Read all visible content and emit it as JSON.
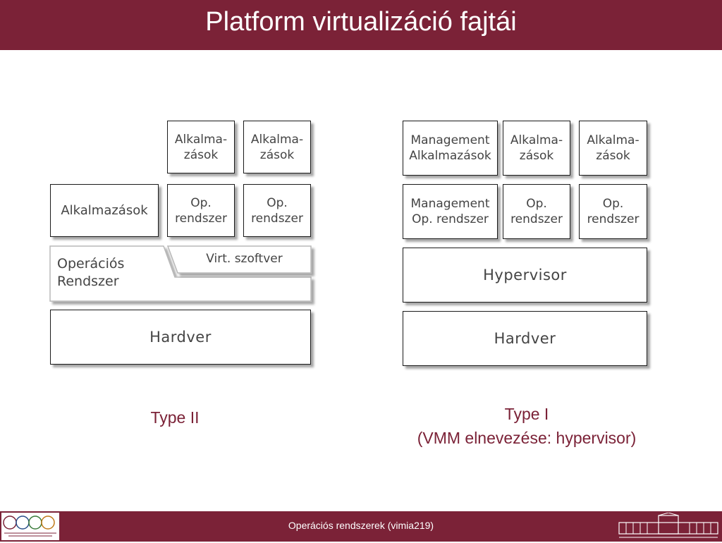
{
  "header": {
    "title": "Platform virtualizáció fajtái"
  },
  "type2": {
    "apps_1": "Alkalma-\nzások",
    "apps_2": "Alkalma-\nzások",
    "apps_host": "Alkalmazások",
    "os_1": "Op.\nrendszer",
    "os_2": "Op.\nrendszer",
    "virt_sw": "Virt. szoftver",
    "host_os": "Operációs\nRendszer",
    "hardware": "Hardver",
    "caption": "Type II"
  },
  "type1": {
    "mgmt_apps": "Management\nAlkalmazások",
    "apps_1": "Alkalma-\nzások",
    "apps_2": "Alkalma-\nzások",
    "mgmt_os": "Management\nOp. rendszer",
    "os_1": "Op.\nrendszer",
    "os_2": "Op.\nrendszer",
    "hypervisor": "Hypervisor",
    "hardware": "Hardver",
    "caption_line1": "Type I",
    "caption_line2": "(VMM elnevezése: hypervisor)"
  },
  "footer": {
    "text": "Operációs rendszerek (vimia219)"
  },
  "colors": {
    "brand": "#7b2237",
    "box_text": "#444444"
  }
}
